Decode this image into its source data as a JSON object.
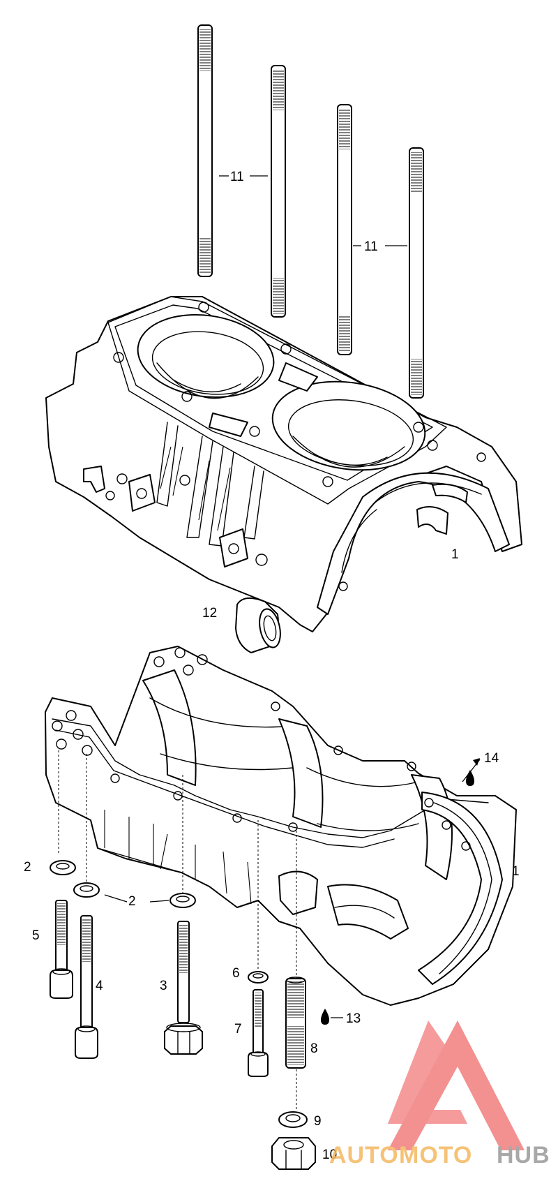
{
  "callouts": {
    "c1_upper": "1",
    "c1_lower": "1",
    "c2_left": "2",
    "c2_mid": "2",
    "c3": "3",
    "c4": "4",
    "c5": "5",
    "c6": "6",
    "c7": "7",
    "c8": "8",
    "c9": "9",
    "c10": "10",
    "c11_left": "11",
    "c11_right": "11",
    "c12": "12",
    "c13": "13",
    "c14": "14"
  },
  "watermark": {
    "part1": "AUTO",
    "part2": "MOTO",
    "part3": "HUB",
    "color_logo": "#f27d7d",
    "color_auto": "#f4b860",
    "color_moto": "#f4b860",
    "color_hub": "#9a9a9a"
  }
}
